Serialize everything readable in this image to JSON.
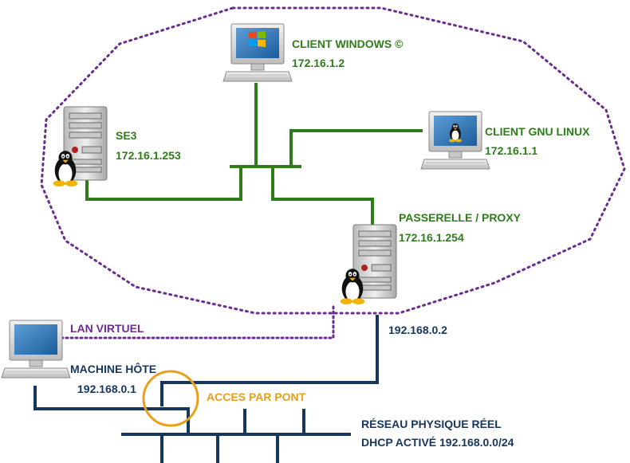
{
  "colors": {
    "virtual_lan": "#2e7d1a",
    "physical_network": "#17365d",
    "virtual_boundary": "#6a2c91",
    "bridge": "#e8a01c"
  },
  "nodes": {
    "client_windows": {
      "name": "CLIENT WINDOWS ©",
      "ip": "172.16.1.2",
      "icon": "windows-desktop-icon"
    },
    "se3": {
      "name": "SE3",
      "ip": "172.16.1.253",
      "icon": "linux-server-icon"
    },
    "client_linux": {
      "name": "CLIENT GNU LINUX",
      "ip": "172.16.1.1",
      "icon": "linux-desktop-icon"
    },
    "gateway": {
      "name": "PASSERELLE / PROXY",
      "ip": "172.16.1.254",
      "external_ip": "192.168.0.2",
      "icon": "linux-server-icon"
    },
    "host": {
      "name": "MACHINE HÔTE",
      "ip": "192.168.0.1",
      "icon": "desktop-icon"
    }
  },
  "labels": {
    "virtual_lan": "LAN VIRTUEL",
    "bridge": "ACCES PAR PONT",
    "physical_network_line1": "RÉSEAU PHYSIQUE RÉEL",
    "physical_network_line2": "DHCP ACTIVÉ 192.168.0.0/24"
  }
}
